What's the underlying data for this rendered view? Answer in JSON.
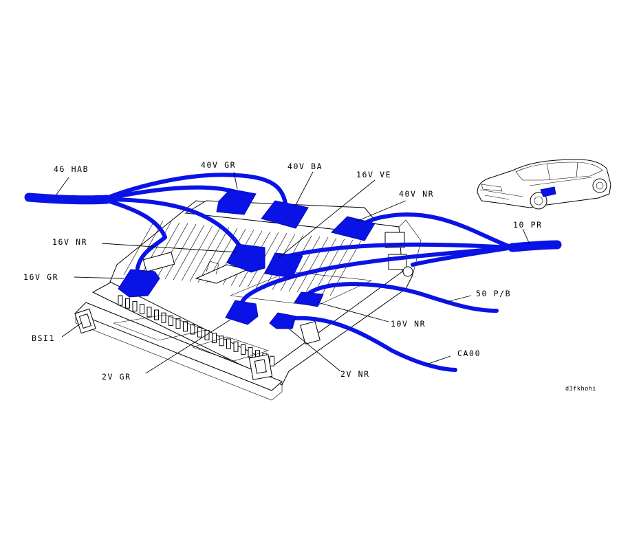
{
  "labels": {
    "hab46": "46 HAB",
    "gr40v": "40V GR",
    "ba40v": "40V BA",
    "ve16v": "16V VE",
    "nr40v": "40V NR",
    "nr16v": "16V NR",
    "gr16v": "16V GR",
    "pr10": "10 PR",
    "pb50": "50 P/B",
    "nr10v": "10V NR",
    "ca00": "CA00",
    "bsi1": "BSI1",
    "gr2v": "2V GR",
    "nr2v": "2V NR"
  },
  "reference": "d3fkhohi",
  "colors": {
    "harness": "#0a13e6",
    "outline": "#000000"
  }
}
